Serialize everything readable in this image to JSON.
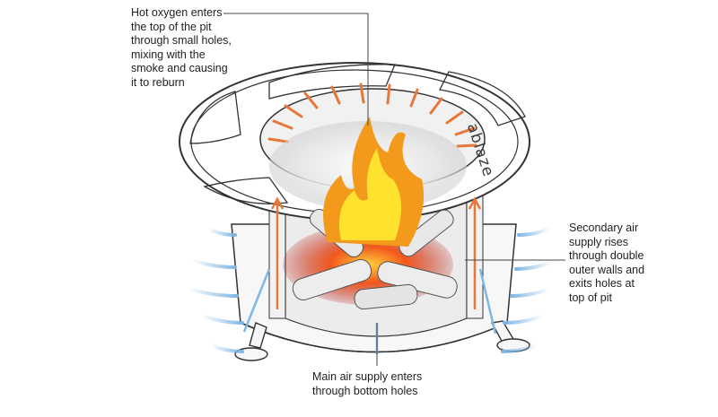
{
  "diagram": {
    "callouts": {
      "top": "Hot oxygen enters\nthe top of the pit\nthrough small holes,\nmixing with the\nsmoke and causing\nit to reburn",
      "right": "Secondary air\nsupply rises\nthrough double\nouter walls and\nexits holes at\ntop of pit",
      "bottom": "Main air supply enters\nthrough bottom holes"
    },
    "brand": "ablaze",
    "colors": {
      "flame_outer": "#f39a1c",
      "flame_inner": "#ffe22e",
      "ember": "#d8381a",
      "air_blue": "#7fb6e6",
      "air_orange": "#e8783a",
      "outline": "#333333"
    }
  }
}
